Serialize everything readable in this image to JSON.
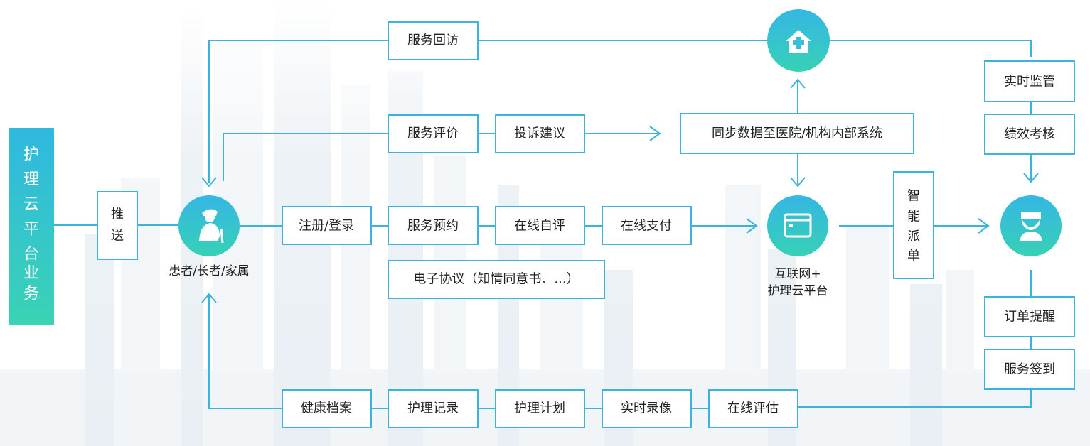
{
  "side_title": "护理云平台业务",
  "push_label": "推送",
  "patient_caption": "患者/长者/家属",
  "platform_caption_1": "互联网+",
  "platform_caption_2": "护理云平台",
  "dispatch_label": "智能派单",
  "top": {
    "revisit": "服务回访"
  },
  "feedback": {
    "evaluate": "服务评价",
    "complaint": "投诉建议",
    "sync": "同步数据至医院/机构内部系统"
  },
  "main_flow": {
    "register": "注册/登录",
    "reserve": "服务预约",
    "self_eval": "在线自评",
    "pay": "在线支付"
  },
  "agreement": "电子协议（知情同意书、...）",
  "right_col": {
    "monitor": "实时监管",
    "kpi": "绩效考核",
    "order_remind": "订单提醒",
    "checkin": "服务签到"
  },
  "bottom_flow": {
    "health_record": "健康档案",
    "nursing_record": "护理记录",
    "nursing_plan": "护理计划",
    "video": "实时录像",
    "assess": "在线评估"
  },
  "icons": {
    "hospital": "hospital-cross-icon",
    "patient": "elderly-patient-icon",
    "platform": "browser-window-icon",
    "nurse": "nurse-icon"
  },
  "colors": {
    "accent": "#3bb3dd",
    "side_bar_top": "#2fb8e0",
    "side_bar_bottom": "#3ad3b5"
  }
}
